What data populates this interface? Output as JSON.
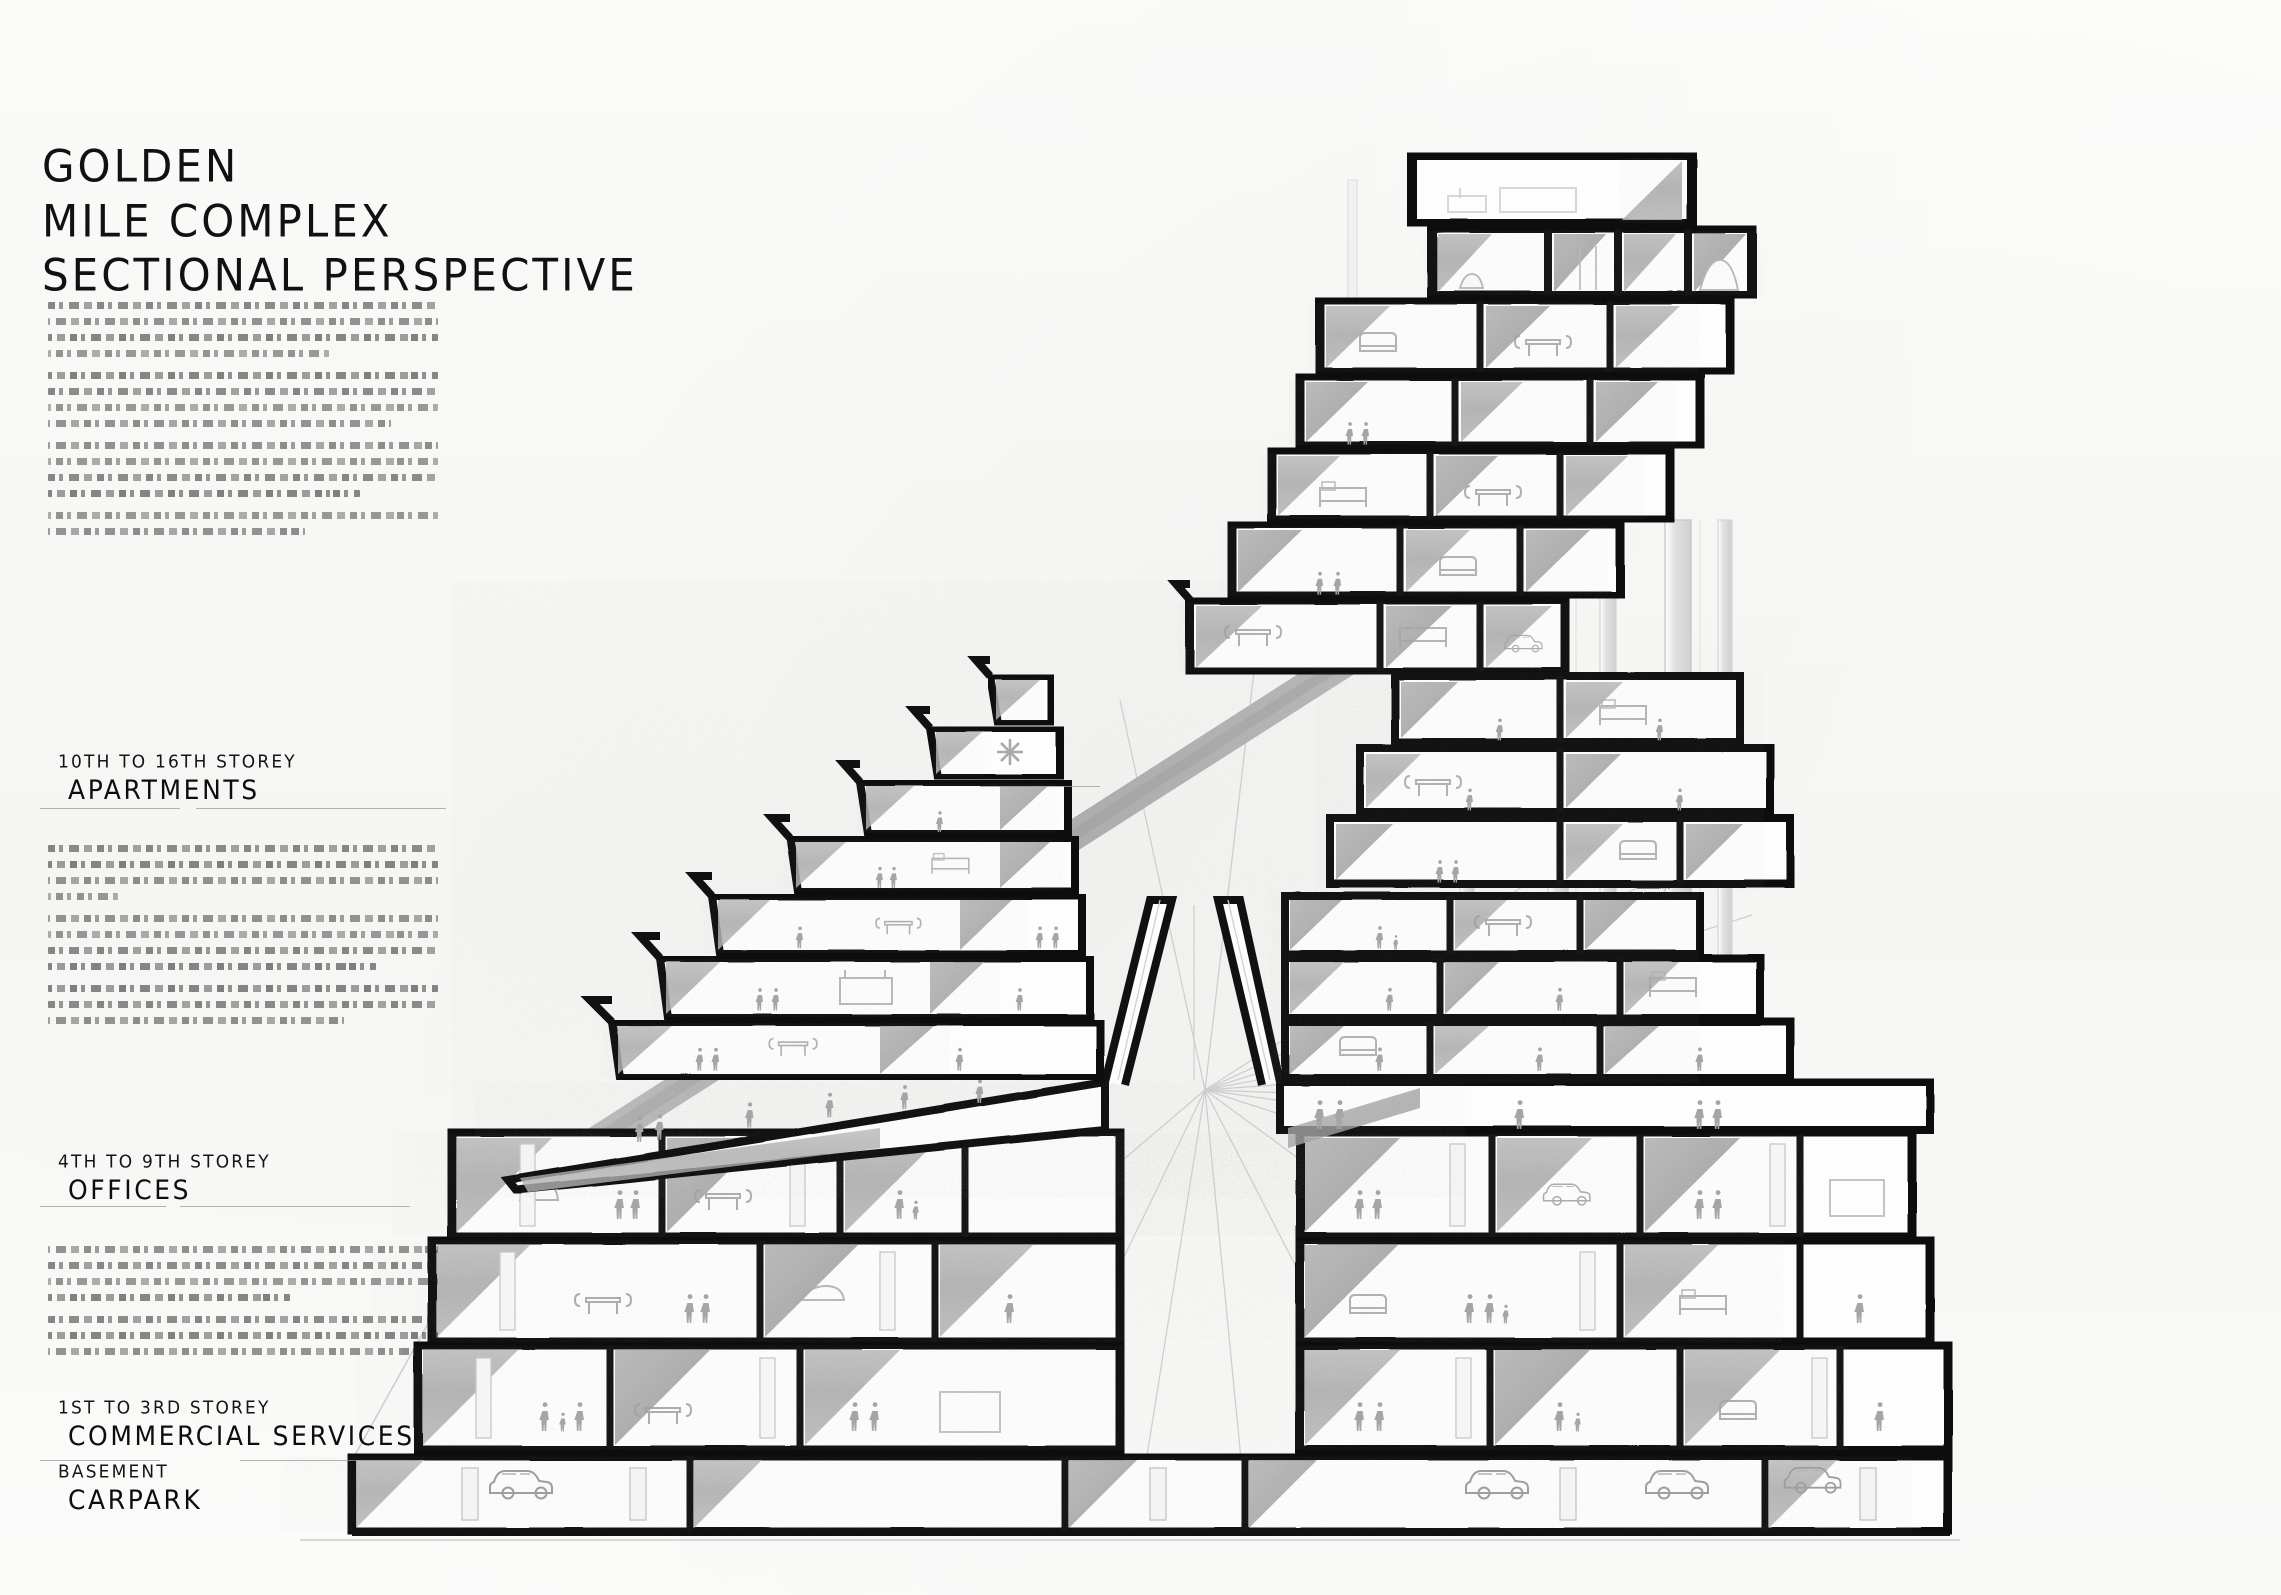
{
  "sheet": {
    "background_color": "#fbfbfa",
    "ink_color": "#111111",
    "shadow_gray": "#a8a8a8",
    "pencil_gray": "#b9b9b9"
  },
  "title": {
    "line1": "GOLDEN",
    "line2": "MILE COMPLEX",
    "line3": "SECTIONAL PERSPECTIVE"
  },
  "annotations": [
    {
      "id": "apartments",
      "storey_range": "10TH TO 16TH STOREY",
      "program": "APARTMENTS"
    },
    {
      "id": "offices",
      "storey_range": "4TH TO 9TH STOREY",
      "program": "OFFICES"
    },
    {
      "id": "commercial",
      "storey_range": "1ST TO 3RD STOREY",
      "program": "COMMERCIAL SERVICES"
    },
    {
      "id": "carpark",
      "storey_range": "BASEMENT",
      "program": "CARPARK"
    }
  ],
  "body_text": [
    {
      "id": "block-1",
      "paragraphs": [
        4,
        4,
        4,
        2
      ]
    },
    {
      "id": "block-2",
      "paragraphs": [
        4,
        4,
        3
      ]
    },
    {
      "id": "block-3",
      "paragraphs": [
        4,
        3
      ]
    }
  ],
  "drawing": {
    "subject": "Golden Mile Complex",
    "type": "hand-drawn sectional perspective",
    "medium": "ink and pencil on paper",
    "features": [
      "stepped terraced podium",
      "central atrium void",
      "perspective vanishing lines",
      "diagonal cast shadows",
      "residential tower",
      "basement carpark with cars",
      "human figures",
      "furniture sketches",
      "structural columns"
    ]
  }
}
